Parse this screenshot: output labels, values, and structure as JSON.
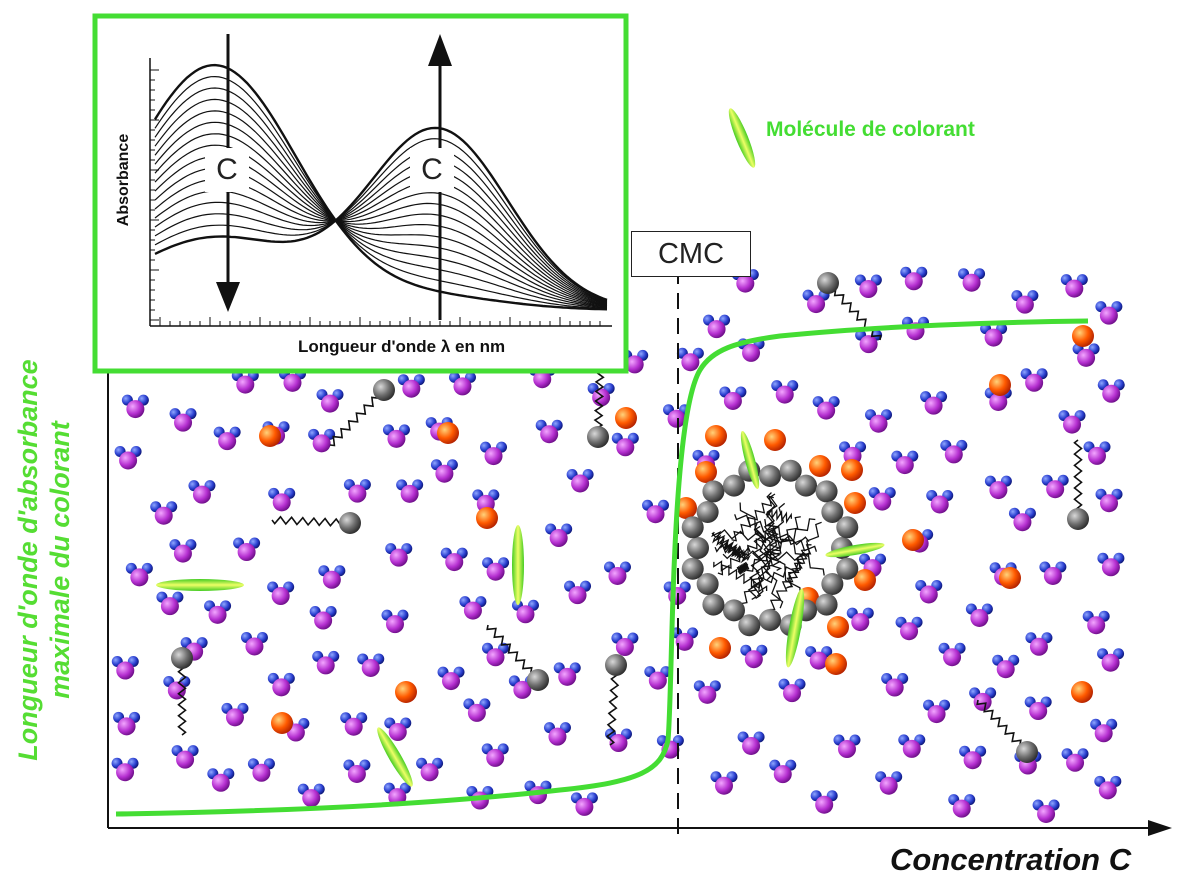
{
  "labels": {
    "x_axis": "Concentration C",
    "y_axis_line1": "Longueur d'onde d'absorbance",
    "y_axis_line2": "maximale du colorant",
    "cmc": "CMC",
    "legend_dye": "Molécule de colorant"
  },
  "inset": {
    "y_label": "Absorbance",
    "x_label": "Longueur d'onde λ en nm",
    "left_arrow_label": "C",
    "right_arrow_label": "C"
  },
  "colors": {
    "curve": "#44dd33",
    "inset_frame": "#44dd33",
    "dye": "#aadd22",
    "water_oxygen": "#bb33cc",
    "water_hydrogen": "#2244cc",
    "counter_ion": "#ff5500",
    "surfactant_head": "#555555"
  }
}
